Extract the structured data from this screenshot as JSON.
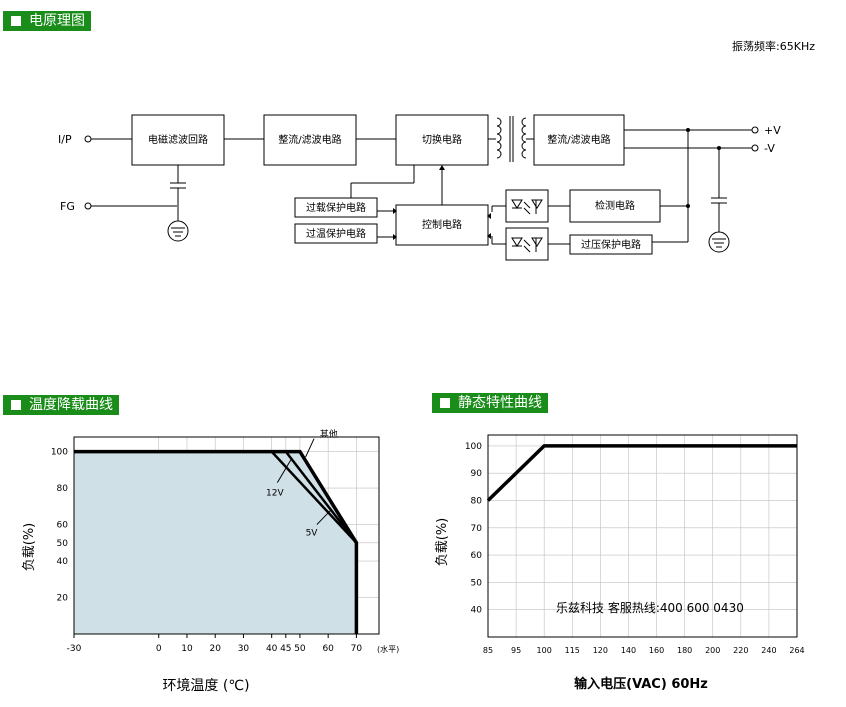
{
  "headers": {
    "block_diagram": "电原理图",
    "derating": "温度降载曲线",
    "static": "静态特性曲线"
  },
  "block_diagram": {
    "frequency": "振荡频率:65KHz",
    "io": {
      "ip": "I/P",
      "fg": "FG",
      "vplus": "+V",
      "vminus": "-V"
    },
    "blocks": {
      "emi": "电磁滤波回路",
      "rect1": "整流/滤波电路",
      "switch": "切换电路",
      "rect2": "整流/滤波电路",
      "control": "控制电路",
      "detect": "检测电路",
      "olp": "过载保护电路",
      "otp": "过温保护电路",
      "ovp": "过压保护电路"
    }
  },
  "chart_data": [
    {
      "type": "area",
      "xlabel": "环境温度 (℃)",
      "ylabel": "负载(%)",
      "x_ticks": [
        -30,
        0,
        10,
        20,
        30,
        40,
        45,
        50,
        60,
        70
      ],
      "y_ticks": [
        20,
        40,
        50,
        60,
        80,
        100
      ],
      "x_note": "(水平)",
      "xlim": [
        -30,
        78
      ],
      "ylim": [
        0,
        108
      ],
      "series": [
        {
          "name": "其他",
          "x": [
            -30,
            50,
            70,
            70
          ],
          "y": [
            100,
            100,
            50,
            0
          ]
        },
        {
          "name": "12V",
          "x": [
            -30,
            45,
            70
          ],
          "y": [
            100,
            100,
            50
          ]
        },
        {
          "name": "5V",
          "x": [
            -30,
            40,
            70
          ],
          "y": [
            100,
            100,
            50
          ]
        }
      ]
    },
    {
      "type": "line",
      "xlabel": "输入电压(VAC) 60Hz",
      "ylabel": "负载(%)",
      "x_ticks": [
        85,
        95,
        100,
        115,
        120,
        140,
        160,
        180,
        200,
        220,
        240,
        264
      ],
      "y_ticks": [
        40,
        50,
        60,
        70,
        80,
        90,
        100
      ],
      "xlim": [
        85,
        264
      ],
      "ylim": [
        30,
        104
      ],
      "series": [
        {
          "name": "",
          "x": [
            85,
            100,
            264
          ],
          "y": [
            80,
            100,
            100
          ]
        }
      ],
      "annotation": "乐兹科技 客服热线:400 600 0430"
    }
  ],
  "colors": {
    "header_bg": "#1a8c1a",
    "area_fill": "#cfe0e6",
    "grid": "#bfbfbf"
  }
}
